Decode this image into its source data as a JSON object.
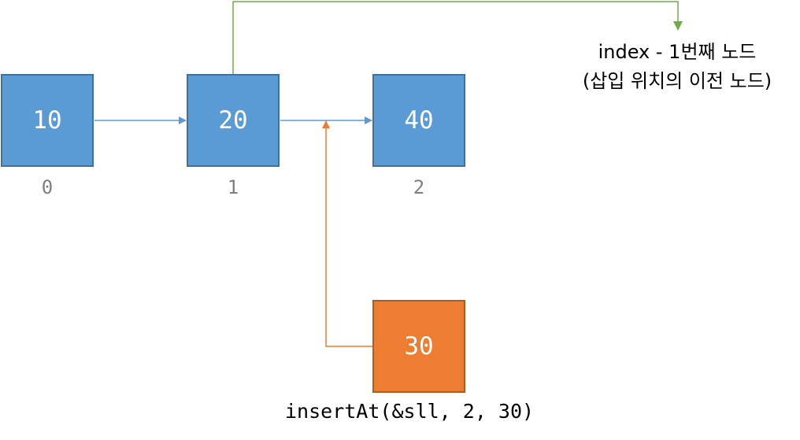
{
  "nodes": [
    {
      "value": "10",
      "index": "0"
    },
    {
      "value": "20",
      "index": "1"
    },
    {
      "value": "40",
      "index": "2"
    }
  ],
  "new_node": {
    "value": "30"
  },
  "annotation": {
    "line1": "index - 1번째 노드",
    "line2": "(삽입 위치의 이전 노드)"
  },
  "call_label": "insertAt(&sll, 2, 30)",
  "colors": {
    "node_fill": "#5b9bd5",
    "node_border": "#41719c",
    "new_node_fill": "#ed7d31",
    "link_arrow": "#5b9bd5",
    "insert_arrow": "#ed7d31",
    "annotation_arrow": "#70ad47",
    "index_text": "#7f7f7f"
  }
}
